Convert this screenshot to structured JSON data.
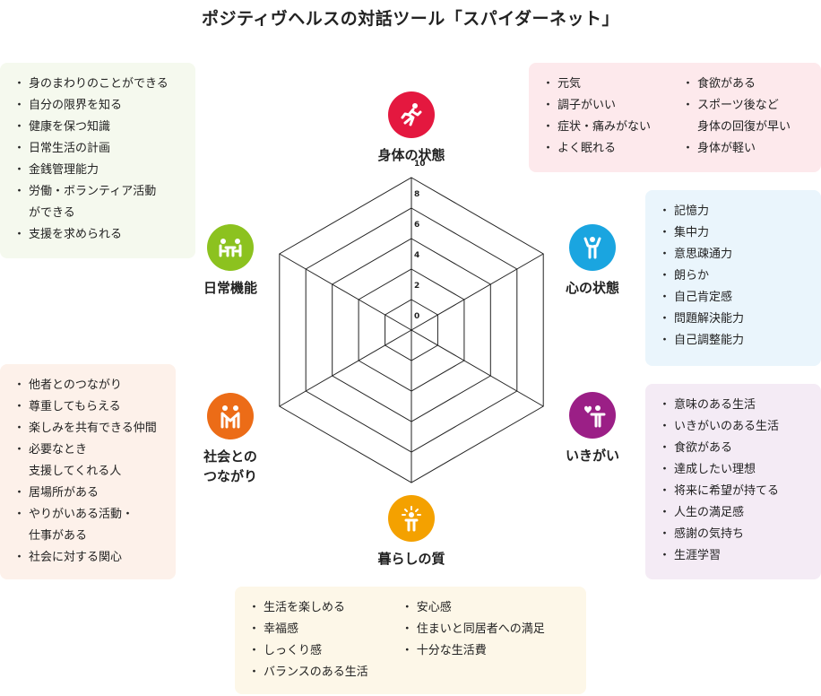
{
  "title": "ポジティヴヘルスの対話ツール「スパイダーネット」",
  "categories": {
    "body": {
      "label": "身体の状態",
      "color": "#e4183f",
      "icon": "running-person-icon"
    },
    "mind": {
      "label": "心の状態",
      "color": "#1aa5e0",
      "icon": "person-arms-up-icon"
    },
    "purpose": {
      "label": "いきがい",
      "color": "#9b1f86",
      "icon": "person-heart-icon"
    },
    "quality": {
      "label": "暮らしの質",
      "color": "#f4a100",
      "icon": "person-sparkle-icon"
    },
    "social": {
      "label": "社会との\nつながり",
      "color": "#ec6c17",
      "icon": "people-connection-icon"
    },
    "daily": {
      "label": "日常機能",
      "color": "#8cc21f",
      "icon": "people-at-table-icon"
    }
  },
  "boxes": {
    "body": {
      "bg": "#fde9ec",
      "col1": [
        "元気",
        "調子がいい",
        "症状・痛みがない",
        "よく眠れる"
      ],
      "col2": [
        "食欲がある",
        "スポーツ後など\n身体の回復が早い",
        "身体が軽い"
      ]
    },
    "mind": {
      "bg": "#eaf5fc",
      "items": [
        "記憶力",
        "集中力",
        "意思疎通力",
        "朗らか",
        "自己肯定感",
        "問題解決能力",
        "自己調整能力"
      ]
    },
    "purpose": {
      "bg": "#f4ebf5",
      "items": [
        "意味のある生活",
        "いきがいのある生活",
        "食欲がある",
        "達成したい理想",
        "将来に希望が持てる",
        "人生の満足感",
        "感謝の気持ち",
        "生涯学習"
      ]
    },
    "quality": {
      "bg": "#fdf7e8",
      "col1": [
        "生活を楽しめる",
        "幸福感",
        "しっくり感",
        "バランスのある生活"
      ],
      "col2": [
        "安心感",
        "住まいと同居者への満足",
        "十分な生活費"
      ]
    },
    "social": {
      "bg": "#fdf1ea",
      "items": [
        "他者とのつながり",
        "尊重してもらえる",
        "楽しみを共有できる仲間",
        "必要なとき\n支援してくれる人",
        "居場所がある",
        "やりがいある活動・\n仕事がある",
        "社会に対する関心"
      ]
    },
    "daily": {
      "bg": "#f5f9ee",
      "items": [
        "身のまわりのことができる",
        "自分の限界を知る",
        "健康を保つ知識",
        "日常生活の計画",
        "金銭管理能力",
        "労働・ボランティア活動\nができる",
        "支援を求められる"
      ]
    }
  },
  "scale_labels": [
    "0",
    "2",
    "4",
    "6",
    "8",
    "10"
  ],
  "chart_data": {
    "type": "radar",
    "axes": [
      "身体の状態",
      "心の状態",
      "いきがい",
      "暮らしの質",
      "社会との\nつながり",
      "日常機能"
    ],
    "scale": [
      0,
      2,
      4,
      6,
      8,
      10
    ],
    "range": [
      0,
      10
    ],
    "grid": true,
    "series": []
  }
}
